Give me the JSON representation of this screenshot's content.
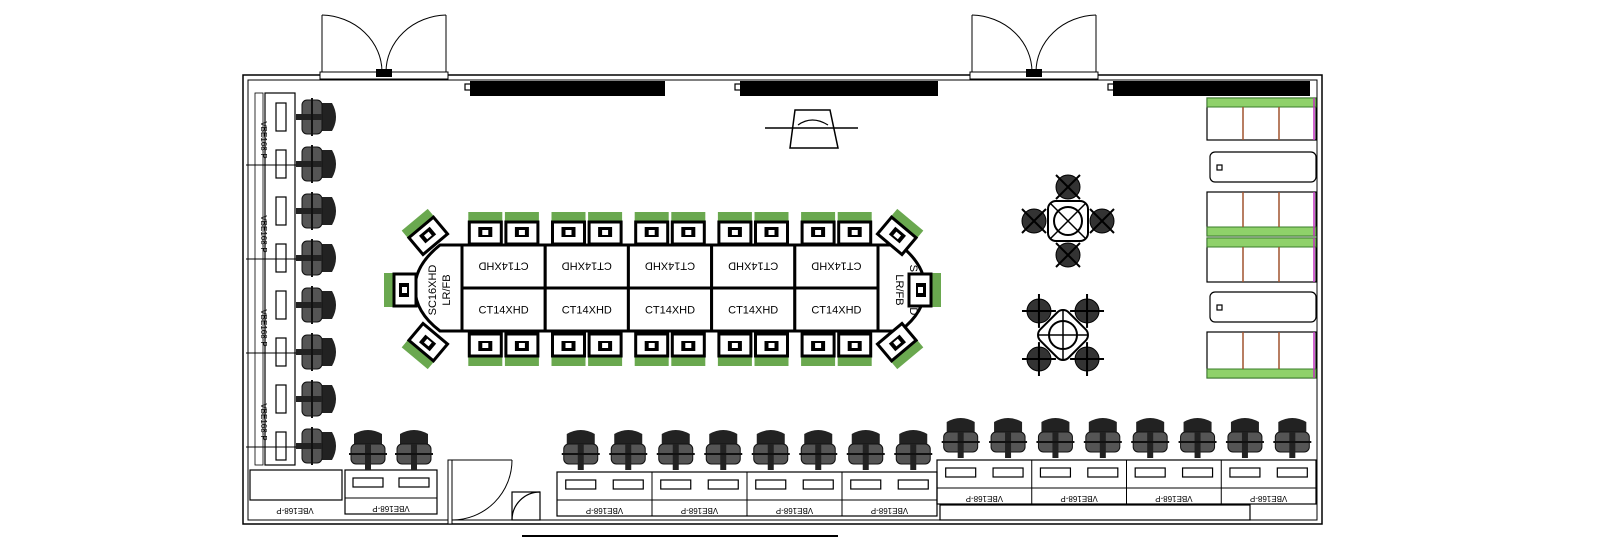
{
  "plan": {
    "title": "Classroom floor plan",
    "table_label": "CT14XHD",
    "end_table_label_1": "SC16XHD",
    "end_table_label_2": "LR/FB",
    "desk_label": "VBE168-P",
    "table_columns": 5,
    "left_wall_chairs": 8,
    "bottom_left_chairs": 2,
    "bottom_middle_chairs": 8,
    "bottom_right_chairs": 8,
    "colors": {
      "chair_green": "#6aa84f",
      "sofa_green": "#8fd16a",
      "sofa_divider": "#a0522d",
      "line": "#000000",
      "chair_dark": "#3a3a3a"
    }
  }
}
